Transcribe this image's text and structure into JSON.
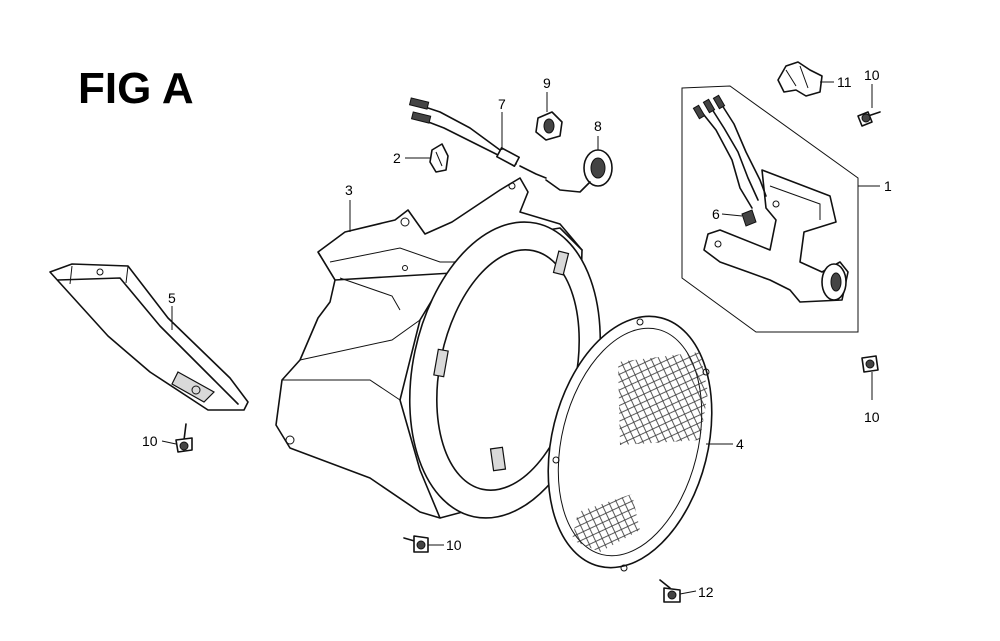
{
  "figure_title": "FIG A",
  "callouts": {
    "c1": "1",
    "c2": "2",
    "c3": "3",
    "c4": "4",
    "c5": "5",
    "c6": "6",
    "c7": "7",
    "c8": "8",
    "c9": "9",
    "c10a": "10",
    "c10b": "10",
    "c10c": "10",
    "c10d": "10",
    "c11": "11",
    "c12": "12"
  }
}
